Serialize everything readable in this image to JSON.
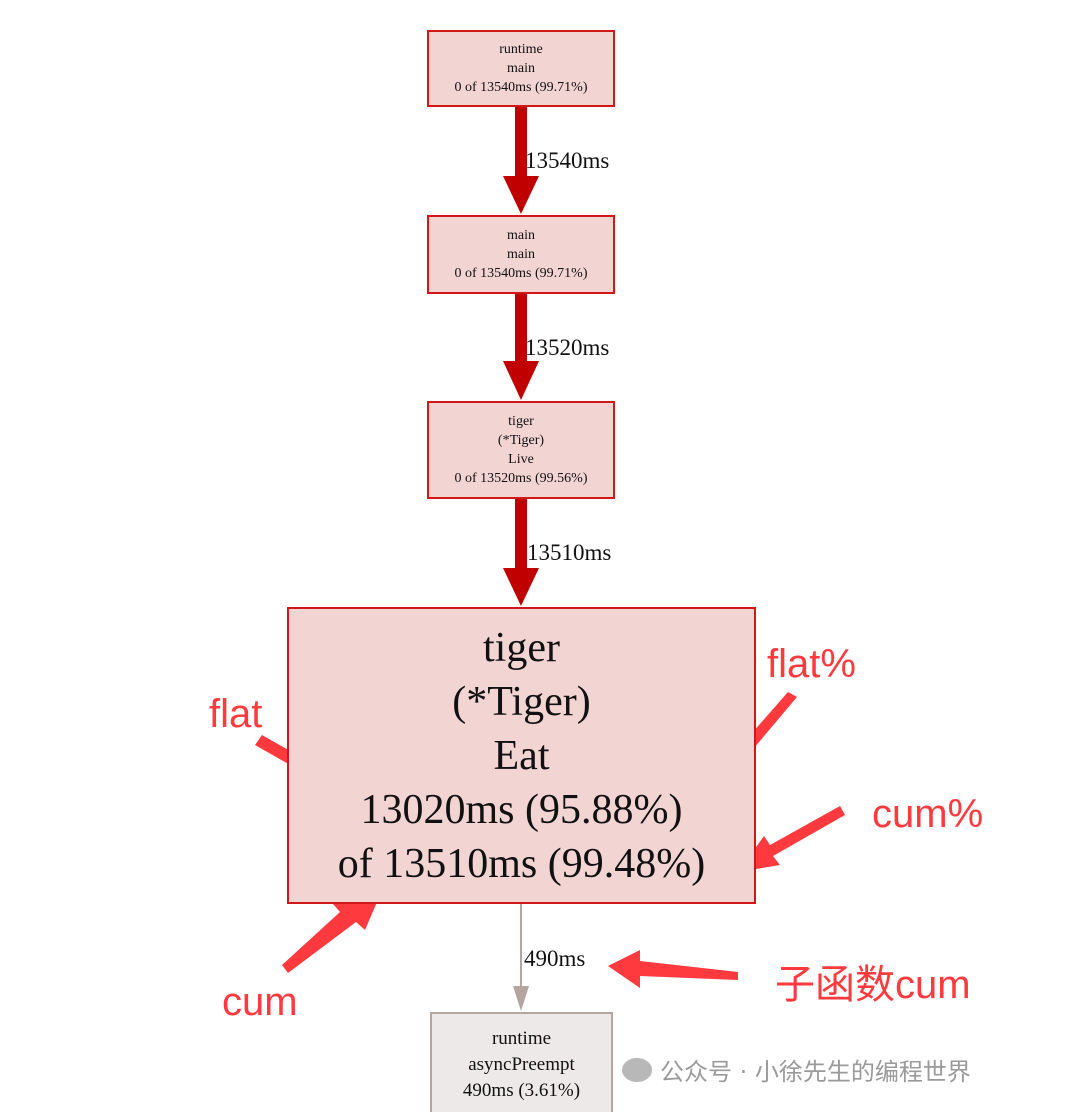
{
  "nodes": [
    {
      "lines": [
        "runtime",
        "main",
        "0 of 13540ms (99.71%)"
      ]
    },
    {
      "lines": [
        "main",
        "main",
        "0 of 13540ms (99.71%)"
      ]
    },
    {
      "lines": [
        "tiger",
        "(*Tiger)",
        "Live",
        "0 of 13520ms (99.56%)"
      ]
    },
    {
      "lines": [
        "tiger",
        "(*Tiger)",
        "Eat",
        "13020ms (95.88%)",
        "of 13510ms (99.48%)"
      ]
    },
    {
      "lines": [
        "runtime",
        "asyncPreempt",
        "490ms (3.61%)"
      ]
    }
  ],
  "edges": [
    "13540ms",
    "13520ms",
    "13510ms",
    "490ms"
  ],
  "annotations": {
    "flat": "flat",
    "flat_pct": "flat%",
    "cum_pct": "cum%",
    "cum": "cum",
    "child_cum": "子函数cum"
  },
  "watermark": "公众号 · 小徐先生的编程世界",
  "colors": {
    "hot_edge": "#c00000",
    "cold_edge": "#b5a5a0",
    "annotation": "#ff3a3f"
  }
}
